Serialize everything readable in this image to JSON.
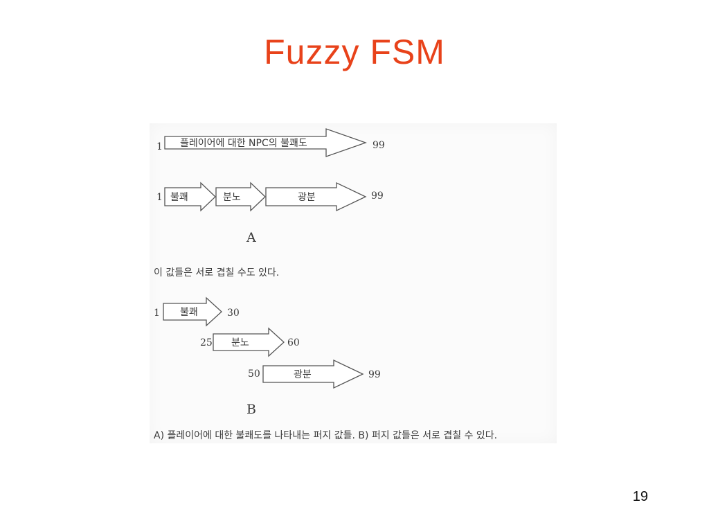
{
  "slide": {
    "title": "Fuzzy FSM",
    "page_number": "19",
    "accent_color": "#e8421a"
  },
  "diagram": {
    "row1": {
      "start": "1",
      "label": "플레이어에 대한 NPC의 불쾌도",
      "end": "99"
    },
    "row2": {
      "start": "1",
      "labels": [
        "불쾌",
        "분노",
        "광분"
      ],
      "end": "99"
    },
    "label_a": "A",
    "overlap_note": "이 값들은 서로 겹칠 수도 있다.",
    "fuzzy_sets": [
      {
        "start": "1",
        "label": "불쾌",
        "end": "30"
      },
      {
        "start": "25",
        "label": "분노",
        "end": "60"
      },
      {
        "start": "50",
        "label": "광분",
        "end": "99"
      }
    ],
    "label_b": "B",
    "caption": "A) 플레이어에 대한 불쾌도를 나타내는 퍼지 값들. B) 퍼지 값들은 서로 겹칠 수 있다."
  }
}
